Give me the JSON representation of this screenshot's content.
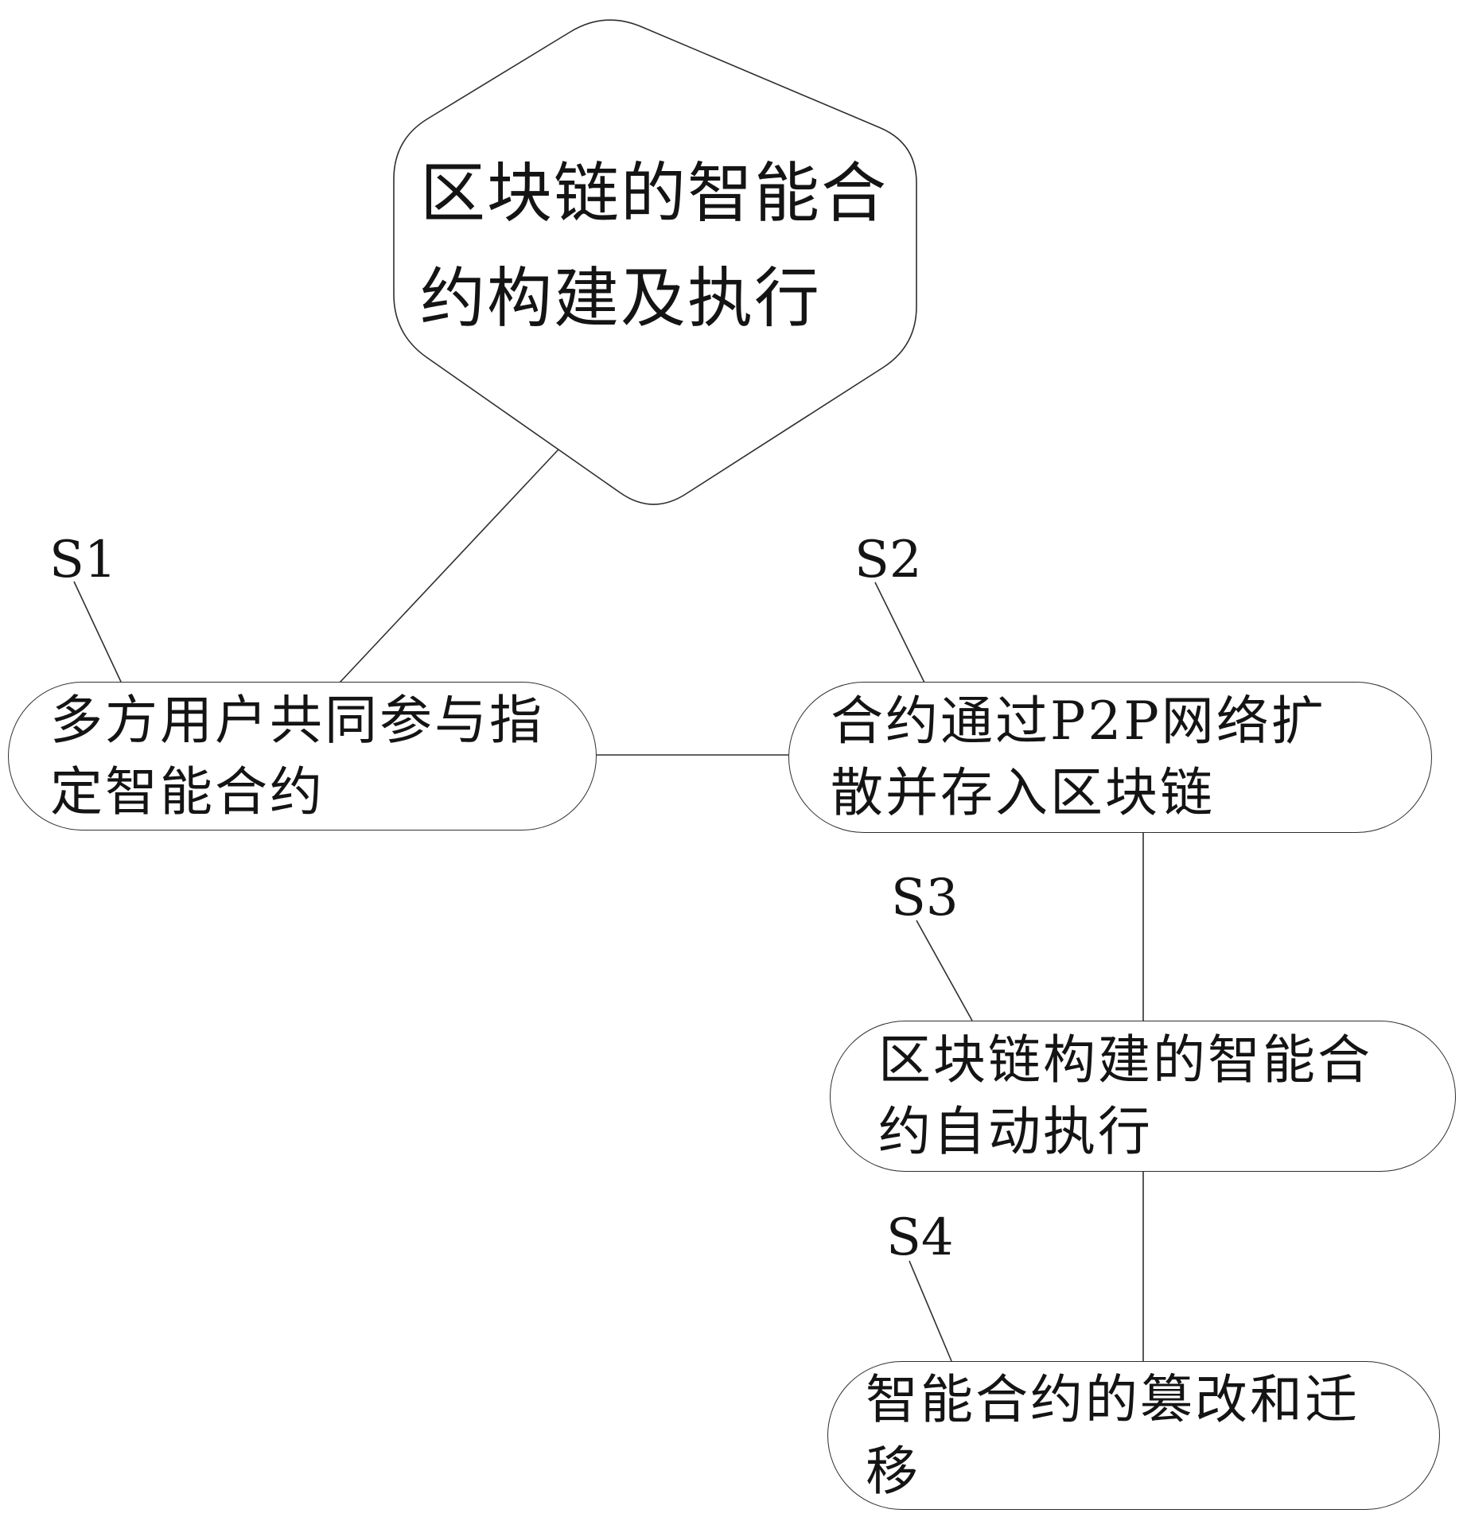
{
  "diagram": {
    "background": "#ffffff",
    "ink_color": "#2e2e2e",
    "text_color": "#141414",
    "root_node": {
      "shape": "rounded-hexagon",
      "lines": [
        "区块链的智能合",
        "约构建及执行"
      ]
    },
    "steps": [
      {
        "label": "S1",
        "lines": [
          "多方用户共同参与指",
          "定智能合约"
        ]
      },
      {
        "label": "S2",
        "lines": [
          "合约通过P2P网络扩",
          "散并存入区块链"
        ]
      },
      {
        "label": "S3",
        "lines": [
          "区块链构建的智能合",
          "约自动执行"
        ]
      },
      {
        "label": "S4",
        "lines": [
          "智能合约的篡改和迁",
          "移"
        ]
      }
    ],
    "connections": [
      {
        "from": "root",
        "to": "S1"
      },
      {
        "from": "S1",
        "to": "S2"
      },
      {
        "from": "S2",
        "to": "S3"
      },
      {
        "from": "S3",
        "to": "S4"
      }
    ]
  }
}
